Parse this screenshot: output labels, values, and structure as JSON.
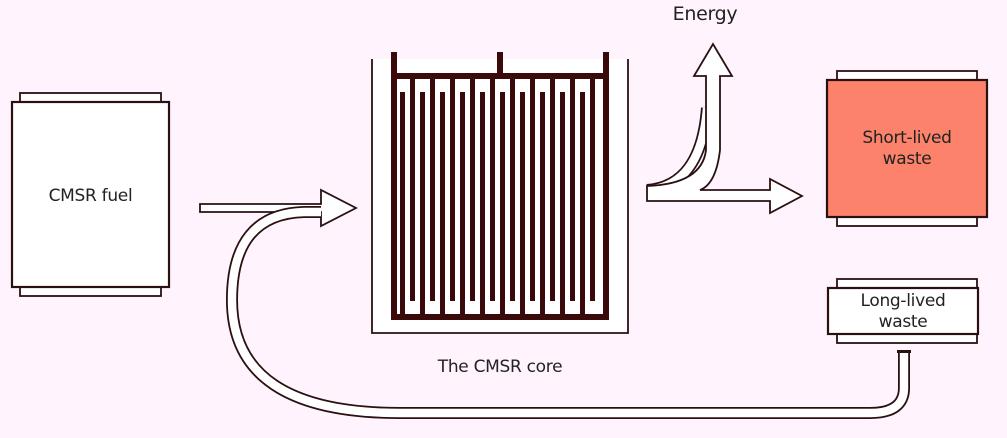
{
  "labels": {
    "fuel": "CMSR fuel",
    "core": "The CMSR core",
    "energy": "Energy",
    "short_lived_waste": [
      "Short-lived",
      "waste"
    ],
    "long_lived_waste": [
      "Long-lived",
      "waste"
    ]
  },
  "colors": {
    "background": "#fff4fd",
    "outline": "#3a1010",
    "short_lived_fill": "#fc826b",
    "core_rod": "#3a0a0a",
    "box_fill": "#ffffff"
  }
}
